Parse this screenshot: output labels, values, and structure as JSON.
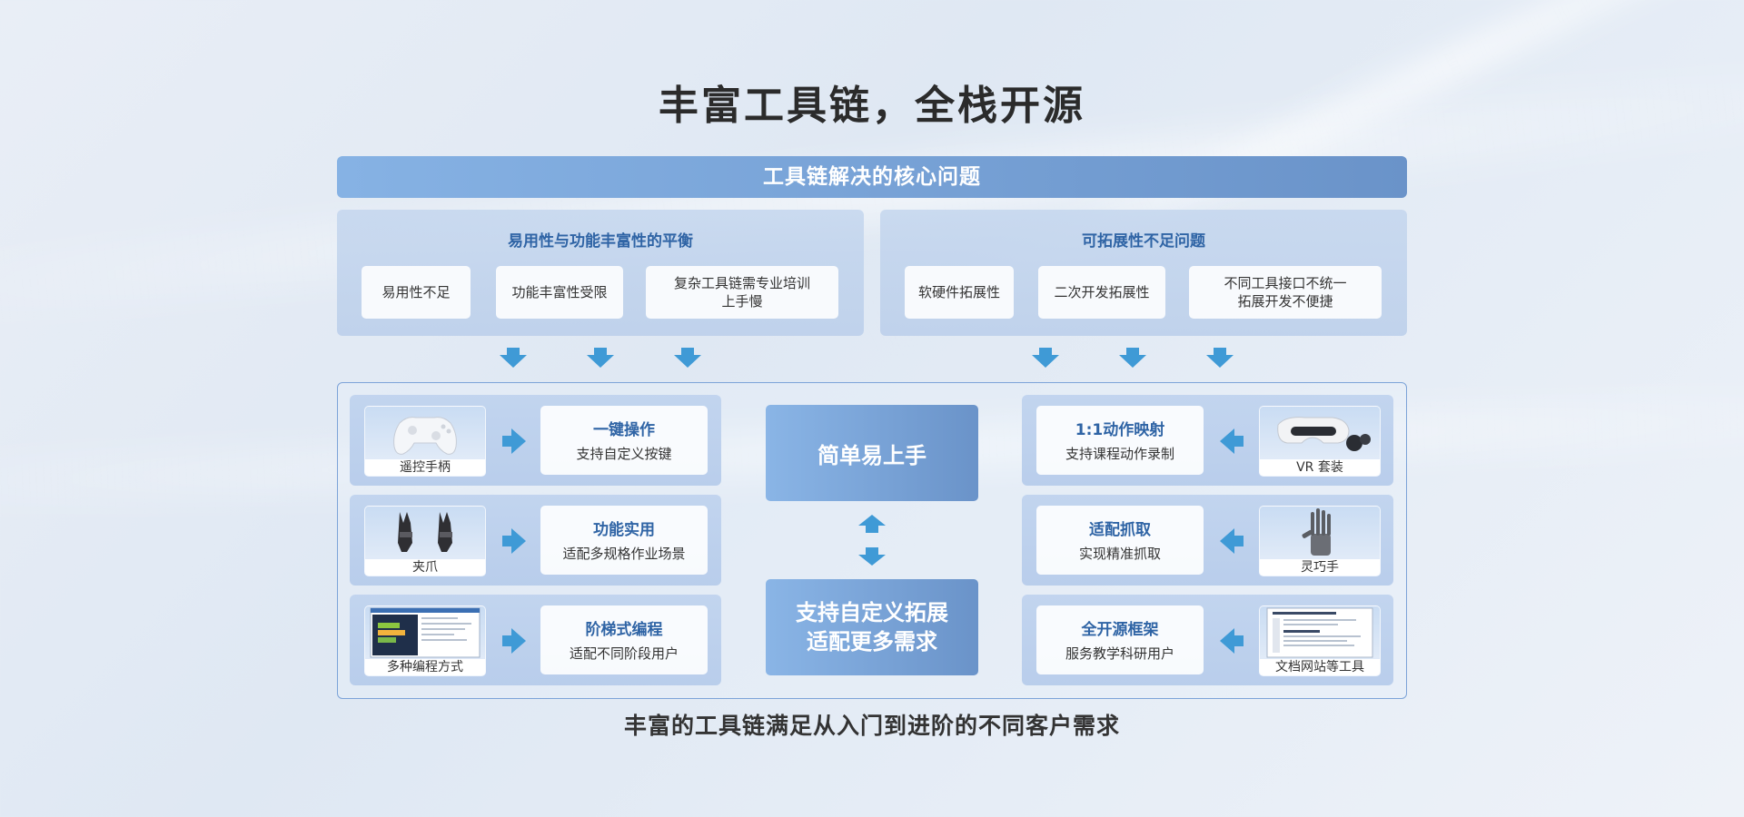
{
  "title": "丰富工具链，全栈开源",
  "header_bar": "工具链解决的核心问题",
  "problems": {
    "left": {
      "title": "易用性与功能丰富性的平衡",
      "items": [
        "易用性不足",
        "功能丰富性受限",
        "复杂工具链需专业培训",
        "上手慢"
      ]
    },
    "right": {
      "title": "可拓展性不足问题",
      "items": [
        "软硬件拓展性",
        "二次开发拓展性",
        "不同工具接口不统一",
        "拓展开发不便捷"
      ]
    }
  },
  "center": {
    "top": "简单易上手",
    "bottom_line1": "支持自定义拓展",
    "bottom_line2": "适配更多需求"
  },
  "left_rows": [
    {
      "image_label": "遥控手柄",
      "image_icon": "gamepad-icon",
      "feature_title": "一键操作",
      "feature_desc": "支持自定义按键"
    },
    {
      "image_label": "夹爪",
      "image_icon": "gripper-icon",
      "feature_title": "功能实用",
      "feature_desc": "适配多规格作业场景"
    },
    {
      "image_label": "多种编程方式",
      "image_icon": "code-editor-icon",
      "feature_title": "阶梯式编程",
      "feature_desc": "适配不同阶段用户"
    }
  ],
  "right_rows": [
    {
      "image_label": "VR 套装",
      "image_icon": "vr-headset-icon",
      "feature_title": "1:1动作映射",
      "feature_desc": "支持课程动作录制"
    },
    {
      "image_label": "灵巧手",
      "image_icon": "robot-hand-icon",
      "feature_title": "适配抓取",
      "feature_desc": "实现精准抓取"
    },
    {
      "image_label": "文档网站等工具",
      "image_icon": "document-icon",
      "feature_title": "全开源框架",
      "feature_desc": "服务教学科研用户"
    }
  ],
  "footer": "丰富的工具链满足从入门到进阶的不同客户需求",
  "colors": {
    "accent": "#2f64a5",
    "bar_start": "#86b2e4",
    "bar_end": "#6a93c9",
    "arrow": "#3f9ad6"
  }
}
